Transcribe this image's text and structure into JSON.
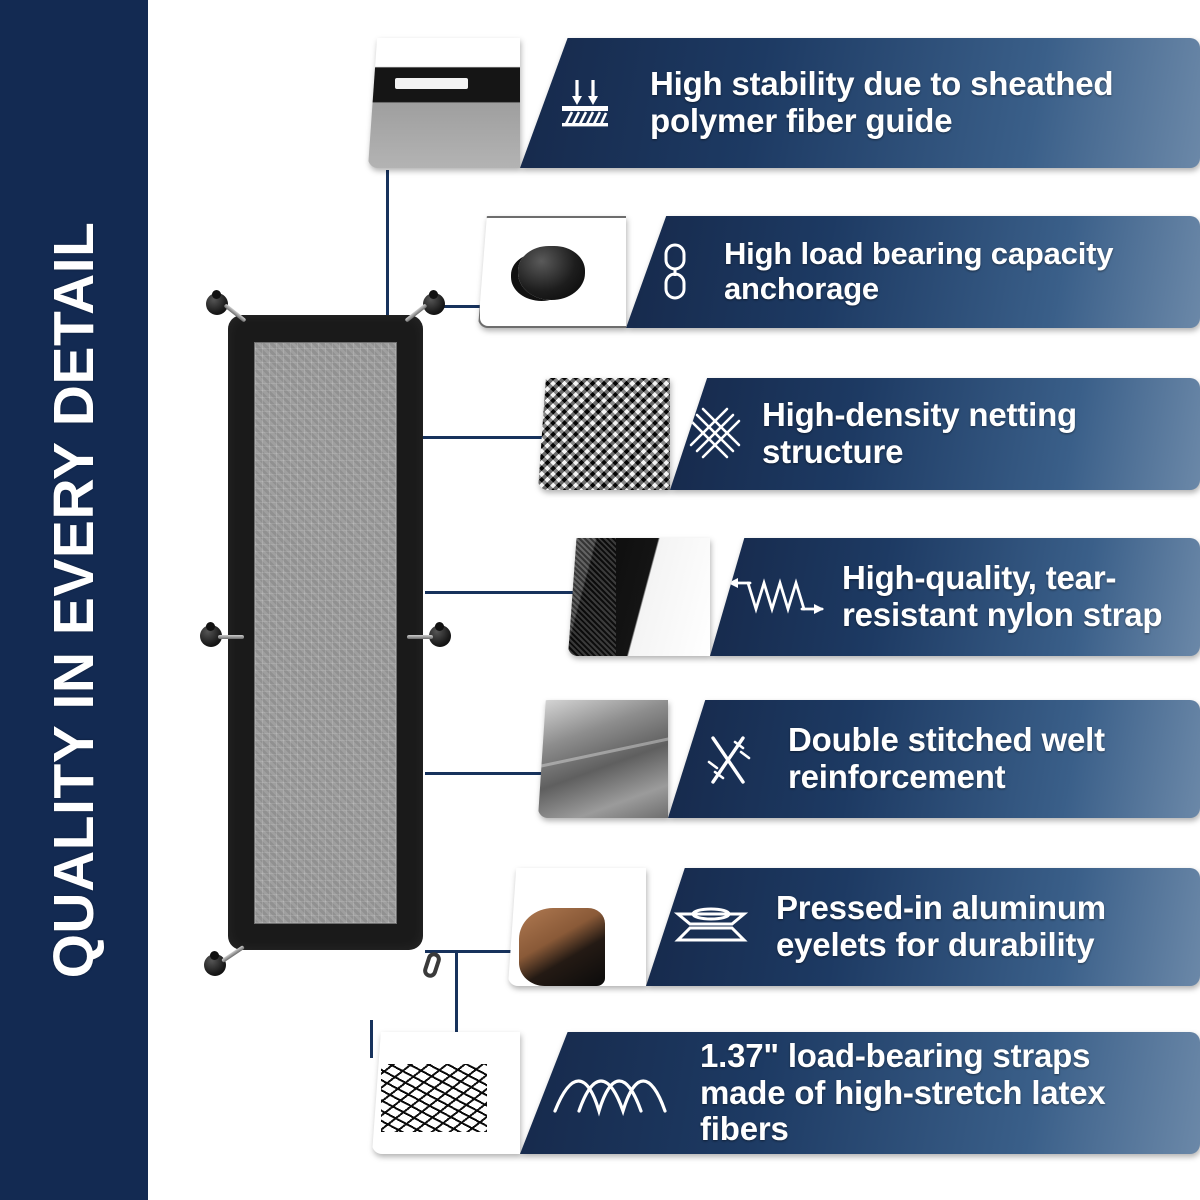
{
  "sidebar": {
    "title": "QUALITY IN EVERY DETAIL",
    "bg_color": "#132a52"
  },
  "theme": {
    "navy_dark": "#16294b",
    "navy_mid": "#1d3a63",
    "steel_light": "#6b88a8",
    "text_color": "#ffffff"
  },
  "product": {
    "name": "cargo-net",
    "frame_color": "#1a1a1a",
    "mesh_color": "#9a9a9a",
    "hook_count": 6
  },
  "features": [
    {
      "id": "stability",
      "icon": "down-arrows-on-hatched-surface-icon",
      "thumb": "polymer-fiber-guide-photo",
      "lines": [
        "High stability due to sheathed",
        "polymer fiber guide"
      ]
    },
    {
      "id": "anchorage",
      "icon": "chain-link-icon",
      "thumb": "anchor-hook-photo",
      "lines": [
        "High load bearing capacity",
        "anchorage"
      ]
    },
    {
      "id": "netting",
      "icon": "crosshatch-mesh-icon",
      "thumb": "netting-texture-photo",
      "lines": [
        "High-density netting structure"
      ]
    },
    {
      "id": "nylon-strap",
      "icon": "stretch-spring-arrows-icon",
      "thumb": "nylon-strap-photo",
      "lines": [
        "High-quality, tear-",
        "resistant nylon strap"
      ]
    },
    {
      "id": "welt",
      "icon": "crossed-stitch-icon",
      "thumb": "welt-seam-photo",
      "lines": [
        "Double stitched welt",
        "reinforcement"
      ]
    },
    {
      "id": "eyelets",
      "icon": "grommet-cross-section-icon",
      "thumb": "hand-holding-eyelet-photo",
      "lines": [
        "Pressed-in aluminum",
        "eyelets for durability"
      ]
    },
    {
      "id": "latex-straps",
      "icon": "braided-fiber-icon",
      "thumb": "frayed-latex-fiber-photo",
      "lines": [
        "1.37\" load-bearing straps",
        "made of high-stretch latex fibers"
      ]
    }
  ]
}
